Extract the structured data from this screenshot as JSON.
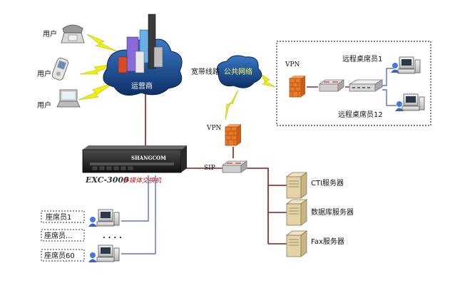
{
  "colors": {
    "link_red": "#8b1a1a",
    "link_blue": "#3b5bd6",
    "lightning": "#f2f200",
    "cloud": "#1a4a8a",
    "firewall": "#e87a2a",
    "box_border": "#333333"
  },
  "carrier": {
    "label": "运营商",
    "users": [
      {
        "label": "用户",
        "icon": "phone-icon"
      },
      {
        "label": "用户",
        "icon": "mobile-icon"
      },
      {
        "label": "用户",
        "icon": "laptop-icon"
      }
    ]
  },
  "internet": {
    "label": "公共网络",
    "line_label": "宽带线路"
  },
  "remote": {
    "vpn_label": "VPN",
    "agent_first": "远程桌席员1",
    "agent_last": "远程桌席员12"
  },
  "gateway": {
    "vpn_label": "VPN",
    "sip_label": "SIP"
  },
  "device": {
    "brand": "SHANGCOM",
    "model": "EXC-3000",
    "subtitle": "多媒体交换机"
  },
  "servers": [
    {
      "label": "CTI服务器"
    },
    {
      "label": "数据库服务器"
    },
    {
      "label": "Fax服务器"
    }
  ],
  "agents": [
    {
      "label": "座席员1"
    },
    {
      "label": "座席员..."
    },
    {
      "label": "座席员60"
    }
  ],
  "ellipsis": ". . . ."
}
